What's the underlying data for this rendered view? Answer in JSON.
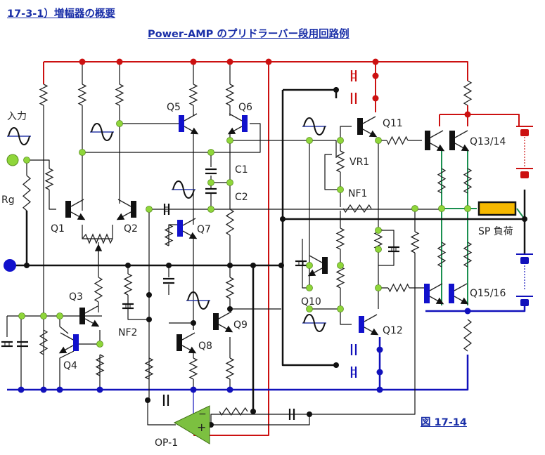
{
  "header": {
    "section_title": "17-3-1）増幅器の概要",
    "figure_title": "Power-AMP のプリドラーバー段用回路例",
    "figure_number": "図 17-14"
  },
  "colors": {
    "positive_rail": "#cc1111",
    "negative_rail": "#1111bb",
    "output_emitter": "#1a9050",
    "node_dot": "#8fd63a",
    "npn_body": "#111111",
    "pnp_body": "#1111cc",
    "load": "#f5b800",
    "opamp": "#7cc040",
    "title_text": "#1a2fa8"
  },
  "labels": {
    "input": "入力",
    "rg": "Rg",
    "q1": "Q1",
    "q2": "Q2",
    "q3": "Q3",
    "q4": "Q4",
    "q5": "Q5",
    "q6": "Q6",
    "q7": "Q7",
    "q8": "Q8",
    "q9": "Q9",
    "q10": "Q10",
    "q11": "Q11",
    "q12": "Q12",
    "q13_14": "Q13/14",
    "q15_16": "Q15/16",
    "c1": "C1",
    "c2": "C2",
    "vr1": "VR1",
    "nf1": "NF1",
    "nf2": "NF2",
    "sp_load": "SP 負荷",
    "opamp": "OP-1",
    "opamp_minus": "−",
    "opamp_plus": "+"
  },
  "components": {
    "transistors": [
      {
        "id": "Q1",
        "type": "npn"
      },
      {
        "id": "Q2",
        "type": "npn"
      },
      {
        "id": "Q3",
        "type": "npn"
      },
      {
        "id": "Q4",
        "type": "pnp"
      },
      {
        "id": "Q5",
        "type": "pnp"
      },
      {
        "id": "Q6",
        "type": "pnp"
      },
      {
        "id": "Q7",
        "type": "pnp"
      },
      {
        "id": "Q8",
        "type": "npn"
      },
      {
        "id": "Q9",
        "type": "npn"
      },
      {
        "id": "Q10",
        "type": "npn"
      },
      {
        "id": "Q11",
        "type": "npn"
      },
      {
        "id": "Q12",
        "type": "pnp"
      },
      {
        "id": "Q13/14",
        "type": "npn"
      },
      {
        "id": "Q15/16",
        "type": "pnp"
      }
    ]
  }
}
